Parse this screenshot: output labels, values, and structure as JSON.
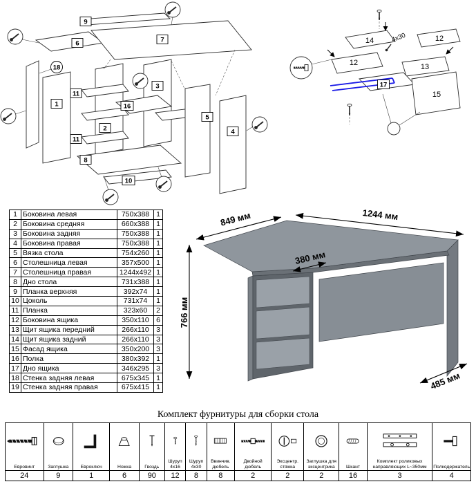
{
  "parts_table": {
    "rows": [
      {
        "num": "1",
        "name": "Боковина левая",
        "size": "750x388",
        "qty": "1"
      },
      {
        "num": "2",
        "name": "Боковина средняя",
        "size": "660x388",
        "qty": "1"
      },
      {
        "num": "3",
        "name": "Боковина задняя",
        "size": "750x388",
        "qty": "1"
      },
      {
        "num": "4",
        "name": "Боковина правая",
        "size": "750x388",
        "qty": "1"
      },
      {
        "num": "5",
        "name": "Вязка стола",
        "size": "754x260",
        "qty": "1"
      },
      {
        "num": "6",
        "name": "Столешница левая",
        "size": "357x500",
        "qty": "1"
      },
      {
        "num": "7",
        "name": "Столешница правая",
        "size": "1244x492",
        "qty": "1"
      },
      {
        "num": "8",
        "name": "Дно стола",
        "size": "731x388",
        "qty": "1"
      },
      {
        "num": "9",
        "name": "Планка верхняя",
        "size": "392x74",
        "qty": "1"
      },
      {
        "num": "10",
        "name": "Цоколь",
        "size": "731x74",
        "qty": "1"
      },
      {
        "num": "11",
        "name": "Планка",
        "size": "323x60",
        "qty": "2"
      },
      {
        "num": "12",
        "name": "Боковина ящика",
        "size": "350x110",
        "qty": "6"
      },
      {
        "num": "13",
        "name": "Щит ящика передний",
        "size": "266x110",
        "qty": "3"
      },
      {
        "num": "14",
        "name": "Щит ящика задний",
        "size": "266x110",
        "qty": "3"
      },
      {
        "num": "15",
        "name": "Фасад ящика",
        "size": "350x200",
        "qty": "3"
      },
      {
        "num": "16",
        "name": "Полка",
        "size": "380x392",
        "qty": "1"
      },
      {
        "num": "17",
        "name": "Дно ящика",
        "size": "346x295",
        "qty": "3"
      },
      {
        "num": "18",
        "name": "Стенка задняя левая",
        "size": "675x345",
        "qty": "1"
      },
      {
        "num": "19",
        "name": "Стенка задняя правая",
        "size": "675x415",
        "qty": "1"
      }
    ]
  },
  "desk": {
    "dims": {
      "left_depth": "849 мм",
      "width": "1244 мм",
      "height": "766 мм",
      "inner_depth": "380 мм",
      "right_depth": "485 мм"
    }
  },
  "diagrams": {
    "desk_exploded": {
      "callouts": {
        "c6": "6",
        "c7": "7",
        "c9": "9",
        "c18": "18",
        "c1": "1",
        "c11a": "11",
        "c11b": "11",
        "c2": "2",
        "c16": "16",
        "c3": "3",
        "c5": "5",
        "c4": "4",
        "c8": "8",
        "c10": "10"
      }
    },
    "drawer_exploded": {
      "labels": {
        "l14": "14",
        "l12a": "12",
        "l12b": "12",
        "l13": "13",
        "l15": "15",
        "l17": "17"
      },
      "screw_note": "4x30"
    }
  },
  "hardware": {
    "title": "Комплект фурнитуры для сборки стола",
    "items": [
      {
        "name": "Евровинт",
        "qty": "24",
        "icon": "confirmat-screw"
      },
      {
        "name": "Заглушка",
        "qty": "9",
        "icon": "cap"
      },
      {
        "name": "Евроключ",
        "qty": "1",
        "icon": "hex-key"
      },
      {
        "name": "Ножка",
        "qty": "6",
        "icon": "foot"
      },
      {
        "name": "Гвоздь",
        "qty": "90",
        "icon": "nail"
      },
      {
        "name": "Шуруп 4x16",
        "qty": "12",
        "icon": "screw-small"
      },
      {
        "name": "Шуруп 4x30",
        "qty": "8",
        "icon": "screw-long"
      },
      {
        "name": "Ввинчив. дюбель",
        "qty": "8",
        "icon": "threaded-dowel"
      },
      {
        "name": "Двойной дюбель",
        "qty": "2",
        "icon": "double-dowel"
      },
      {
        "name": "Эксцентр. стяжка",
        "qty": "2",
        "icon": "cam-lock"
      },
      {
        "name": "Заглушка для эксцентрика",
        "qty": "2",
        "icon": "cam-cap"
      },
      {
        "name": "Шкант",
        "qty": "16",
        "icon": "wood-dowel"
      },
      {
        "name": "Комплект роликовых направляющих L~350мм",
        "qty": "3",
        "icon": "drawer-rail"
      },
      {
        "name": "Полкодержатель",
        "qty": "4",
        "icon": "shelf-pin"
      }
    ]
  }
}
